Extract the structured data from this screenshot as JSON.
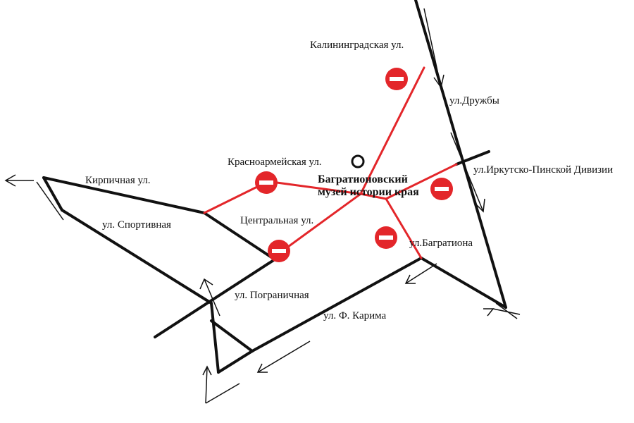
{
  "colors": {
    "road": "#111111",
    "closed": "#e3262a",
    "sign_bar": "#ffffff"
  },
  "streets": {
    "kaliningradskaya": "Калининградская ул.",
    "druzhby": "ул.Дружбы",
    "krasnoarmeyskaya": "Красноармейская ул.",
    "kirpichnaya": "Кирпичная ул.",
    "irkutsko_pinskoy": "ул.Иркутско-Пинской Дивизии",
    "sportivnaya": "ул. Спортивная",
    "tsentralnaya": "Центральная ул.",
    "bagrationa": "ул.Багратиона",
    "pogranichnaya": "ул. Пограничная",
    "karima": "ул. Ф. Карима"
  },
  "museum": {
    "line1": "Багратионовский",
    "line2": "музей истории края",
    "icon": "circle-marker-icon"
  },
  "signs": {
    "icon": "no-entry-icon",
    "count": 5
  }
}
